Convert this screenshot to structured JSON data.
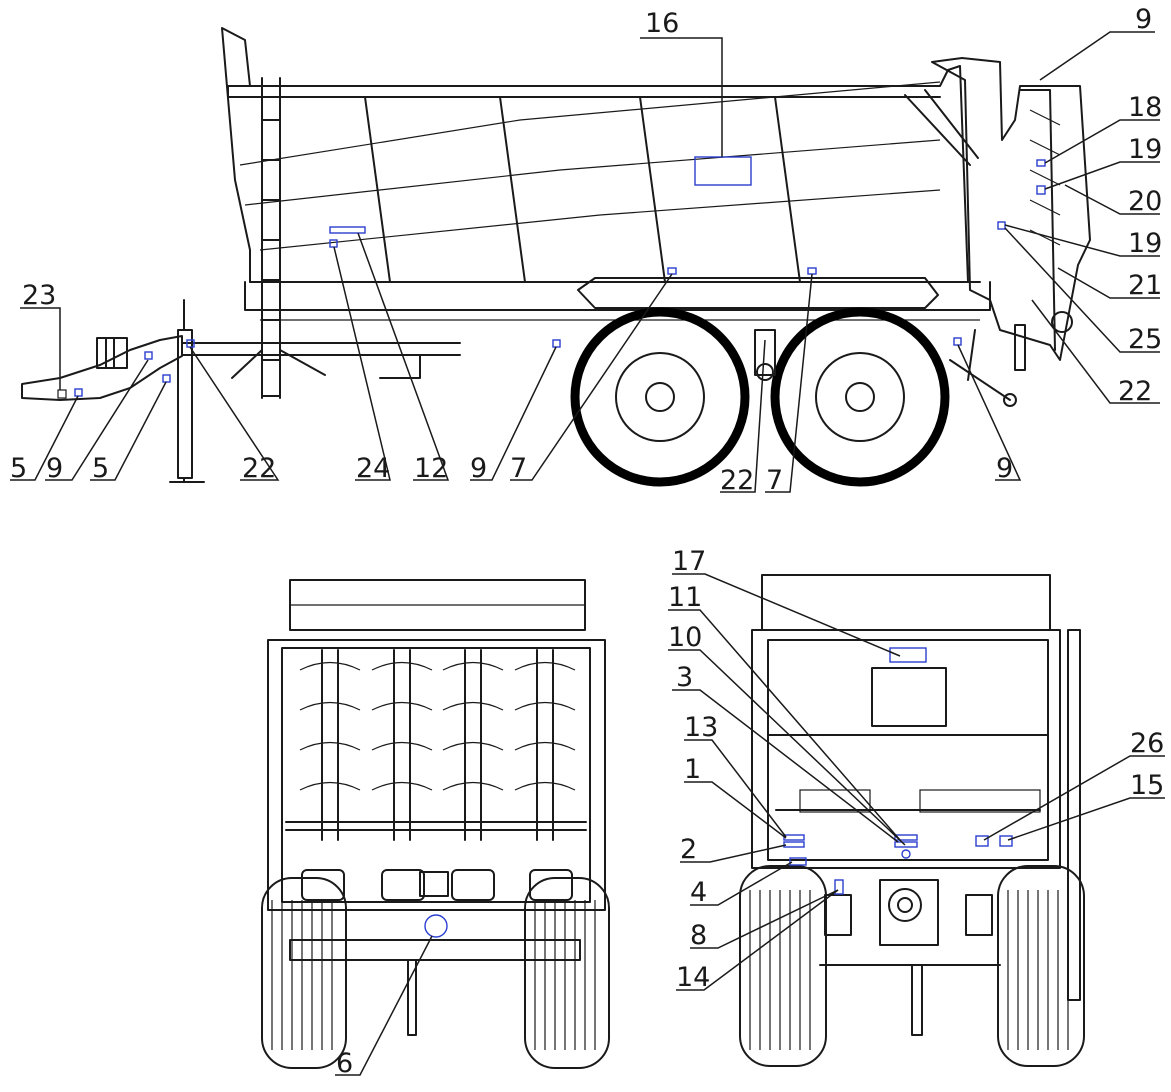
{
  "callouts": {
    "side_view": [
      "16",
      "9",
      "18",
      "19",
      "20",
      "19",
      "21",
      "25",
      "22",
      "23",
      "5",
      "9",
      "5",
      "22",
      "24",
      "12",
      "9",
      "7",
      "22",
      "7",
      "9"
    ],
    "rear_view": [
      "6"
    ],
    "front_view": [
      "17",
      "11",
      "10",
      "3",
      "13",
      "1",
      "2",
      "4",
      "8",
      "14",
      "26",
      "15"
    ]
  },
  "colors": {
    "line": "#1a1a1a",
    "label_box": "#2a3fd0",
    "background": "#ffffff"
  }
}
